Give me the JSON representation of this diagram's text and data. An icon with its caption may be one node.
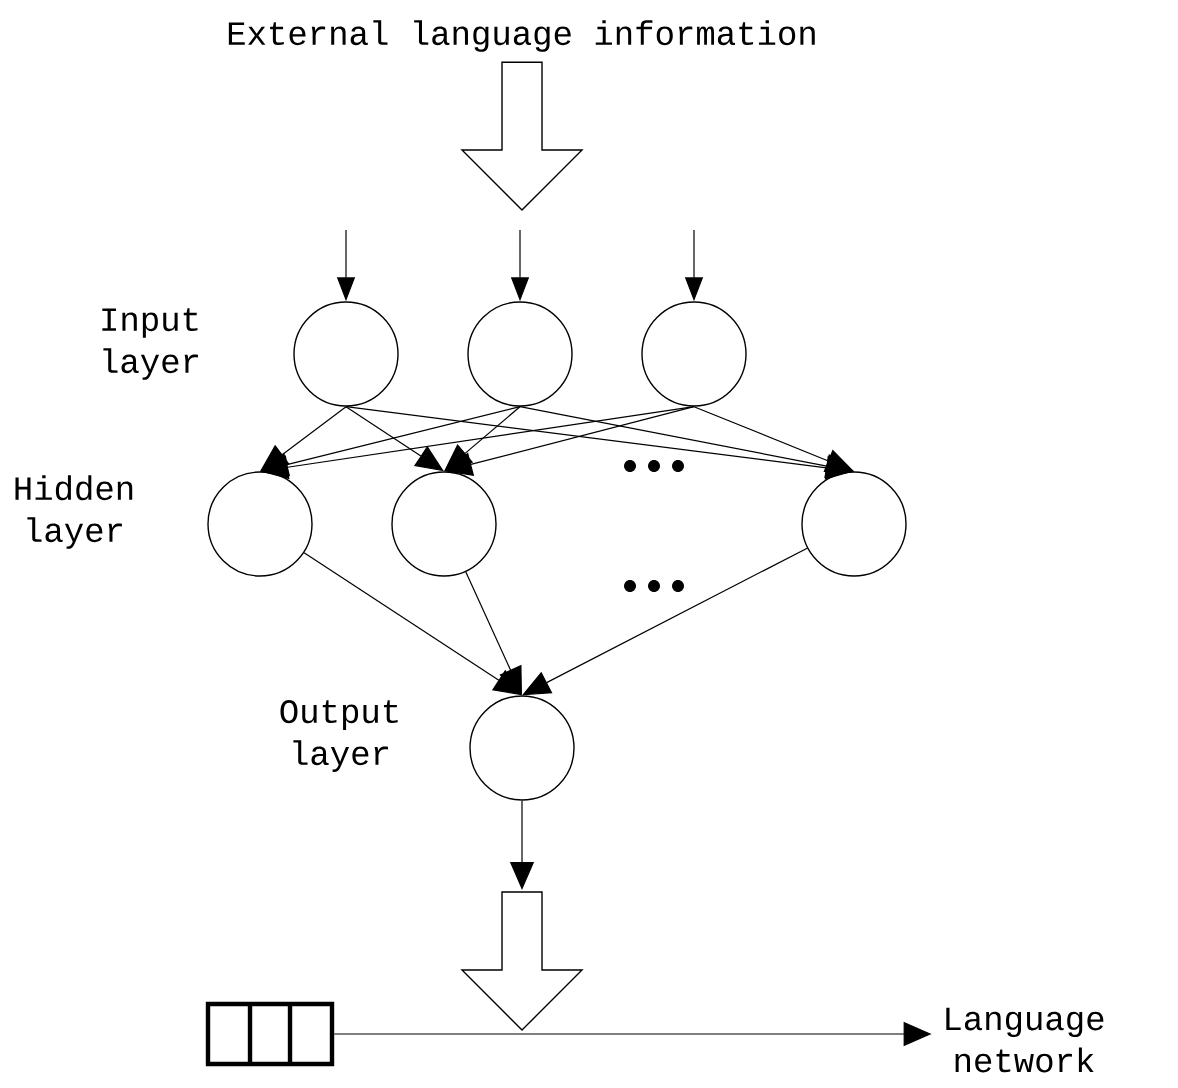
{
  "diagram": {
    "nodes": [
      {
        "text": [
          "External language information"
        ]
      },
      {
        "text": [],
        "shape": "circle"
      },
      {
        "text": [],
        "shape": "circle"
      },
      {
        "text": [],
        "shape": "circle"
      },
      {
        "text": [],
        "shape": "circle"
      },
      {
        "text": [],
        "shape": "circle"
      },
      {
        "text": [],
        "shape": "circle"
      },
      {
        "text": [],
        "shape": "circle"
      },
      {
        "text": [],
        "shape": "box"
      },
      {
        "text": [
          "Language network"
        ]
      }
    ],
    "edges": [
      {
        "from": 0,
        "to": null,
        "arrow": "to",
        "style": "thick"
      },
      {
        "from": null,
        "to": 1,
        "arrow": "to"
      },
      {
        "from": null,
        "to": 2,
        "arrow": "to"
      },
      {
        "from": null,
        "to": 3,
        "arrow": "to"
      },
      {
        "from": 1,
        "to": 4,
        "arrow": "to"
      },
      {
        "from": 1,
        "to": 5,
        "arrow": "to"
      },
      {
        "from": 1,
        "to": 6,
        "arrow": "to"
      },
      {
        "from": 2,
        "to": 4,
        "arrow": "to"
      },
      {
        "from": 2,
        "to": 5,
        "arrow": "to"
      },
      {
        "from": 2,
        "to": 6,
        "arrow": "to"
      },
      {
        "from": 3,
        "to": 4,
        "arrow": "to"
      },
      {
        "from": 3,
        "to": 5,
        "arrow": "to"
      },
      {
        "from": 3,
        "to": 6,
        "arrow": "to"
      },
      {
        "from": 4,
        "to": 7,
        "arrow": "to"
      },
      {
        "from": 5,
        "to": 7,
        "arrow": "to"
      },
      {
        "from": 6,
        "to": 7,
        "arrow": "to"
      },
      {
        "from": 7,
        "to": null,
        "arrow": "to"
      },
      {
        "from": 8,
        "to": 9,
        "arrow": "to"
      }
    ],
    "labels": [
      "Input layer",
      "Hidden layer",
      "Output layer"
    ]
  }
}
